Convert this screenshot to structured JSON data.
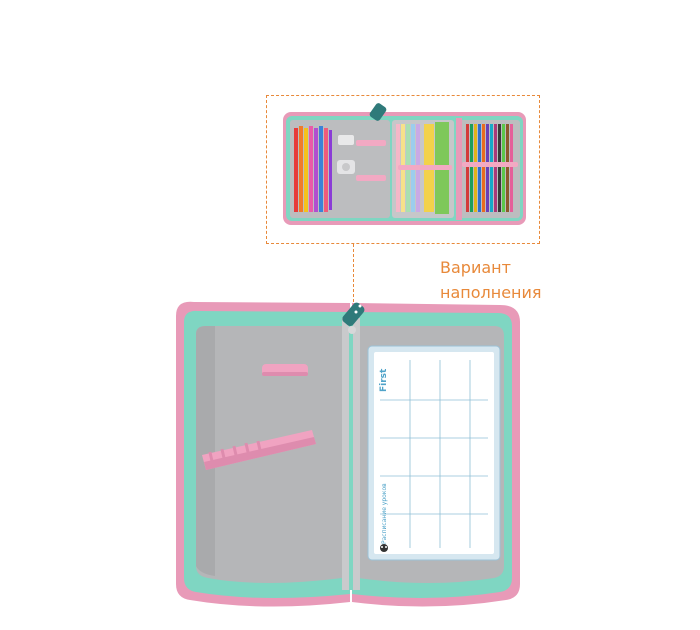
{
  "caption": {
    "line1": "Вариант",
    "line2": "наполнения"
  },
  "schedule_card": {
    "brand": "First",
    "title": "Расписание уроков"
  },
  "colors": {
    "case_pink": "#e89ab8",
    "case_mint": "#7fd6c2",
    "interior_gray": "#b5b6b8",
    "accent_orange": "#e8893a",
    "card_border": "#4fa3c9"
  },
  "icons": {
    "zipper": "zipper-pull-icon",
    "mascot": "mascot-icon"
  }
}
